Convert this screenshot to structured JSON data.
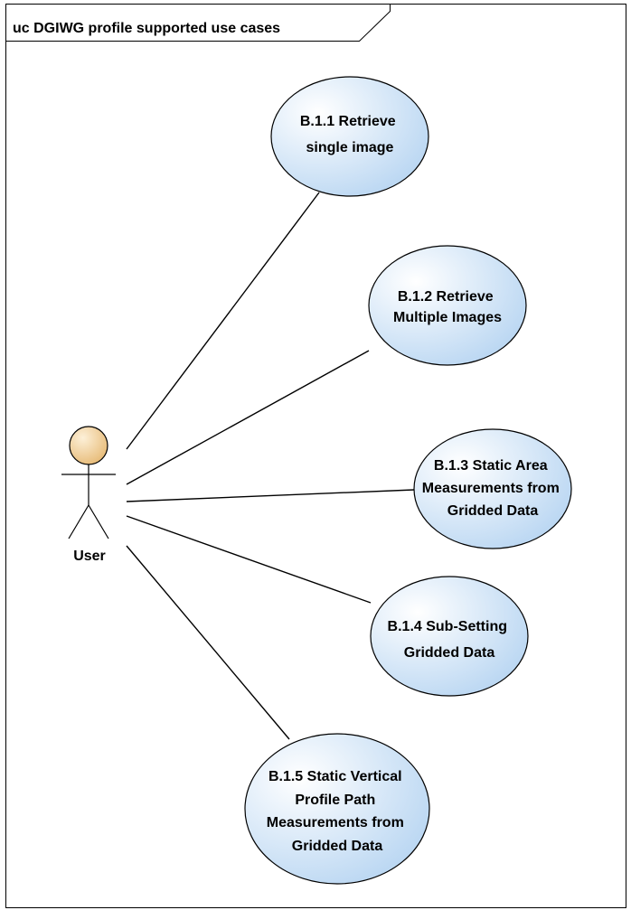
{
  "frame": {
    "title": "uc DGIWG profile supported use cases"
  },
  "actor": {
    "name": "User"
  },
  "use_cases": [
    {
      "id": "uc1",
      "lines": [
        "B.1.1 Retrieve",
        "single image"
      ]
    },
    {
      "id": "uc2",
      "lines": [
        "B.1.2 Retrieve",
        "Multiple Images"
      ]
    },
    {
      "id": "uc3",
      "lines": [
        "B.1.3 Static Area",
        "Measurements from",
        "Gridded Data"
      ]
    },
    {
      "id": "uc4",
      "lines": [
        "B.1.4 Sub-Setting",
        "Gridded Data"
      ]
    },
    {
      "id": "uc5",
      "lines": [
        "B.1.5 Static Vertical",
        "Profile Path",
        "Measurements from",
        "Gridded Data"
      ]
    }
  ],
  "colors": {
    "usecase_fill_light": "#ffffff",
    "usecase_fill_dark": "#b9d6f2",
    "actor_head_light": "#fdf0d8",
    "actor_head_dark": "#e6b872",
    "line": "#000000"
  }
}
